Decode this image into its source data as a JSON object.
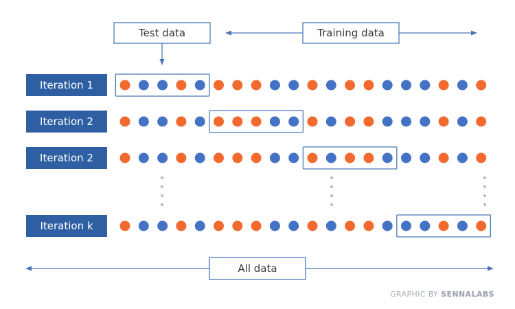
{
  "labels": {
    "test": "Test data",
    "training": "Training data",
    "all": "All data"
  },
  "iterations": [
    {
      "label": "Iteration 1",
      "test_fold": 1
    },
    {
      "label": "Iteration 2",
      "test_fold": 2
    },
    {
      "label": "Iteration 2",
      "test_fold": 3
    },
    {
      "label": "Iteration k",
      "test_fold": 4
    }
  ],
  "fold_size": 5,
  "dot_sequence": [
    "O",
    "B",
    "B",
    "O",
    "B",
    "O",
    "O",
    "O",
    "B",
    "B",
    "O",
    "B",
    "O",
    "O",
    "B",
    "B",
    "B",
    "O",
    "B",
    "O"
  ],
  "credit": {
    "prefix": "GRAPHIC BY",
    "brand": "SENNALABS"
  },
  "colors": {
    "label_bg": "#2e5fa3",
    "label_text": "#ffffff",
    "orange": "#f26a2e",
    "blue": "#4472c4",
    "box_border": "#4a78b5",
    "arrow": "#4a78b5",
    "ellipsis": "#b8bec8",
    "box_text": "#3a3a3a"
  }
}
